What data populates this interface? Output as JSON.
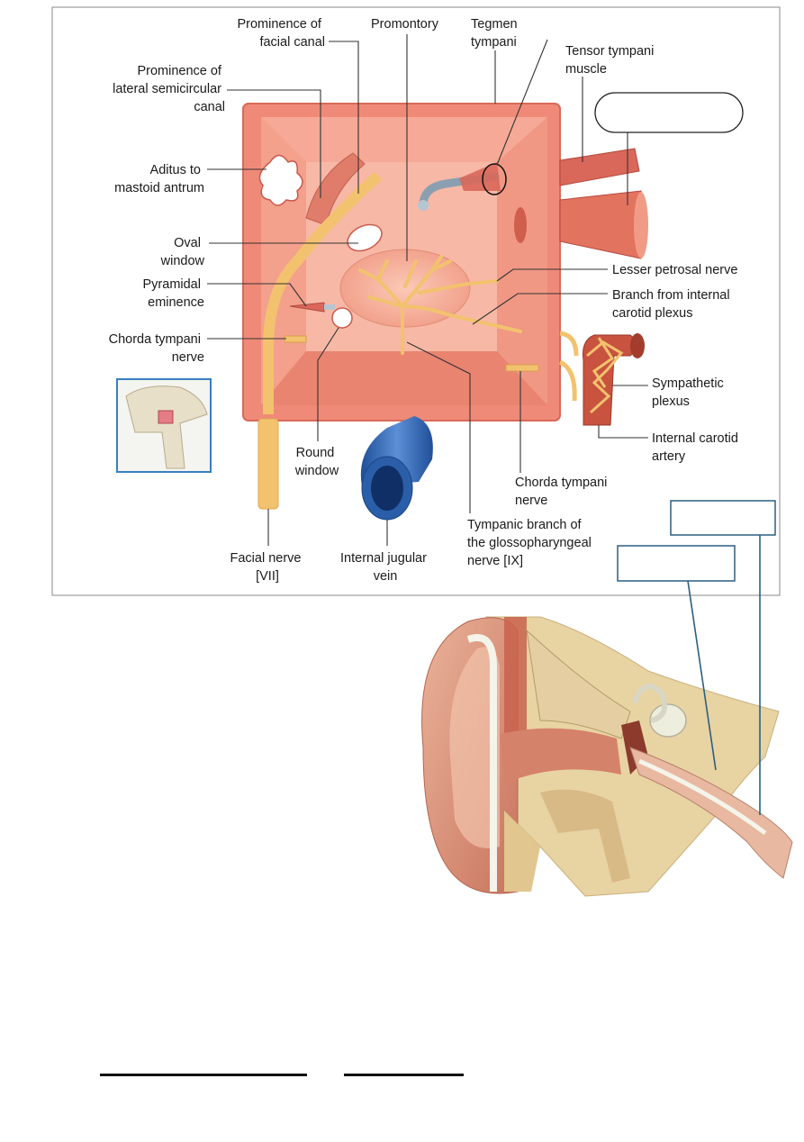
{
  "labels": {
    "prominence_facial_canal": [
      "Prominence of",
      "facial canal"
    ],
    "promontory": [
      "Promontory"
    ],
    "tegmen_tympani": [
      "Tegmen",
      "tympani"
    ],
    "tensor_tympani_muscle": [
      "Tensor tympani",
      "muscle"
    ],
    "prominence_lateral_canal": [
      "Prominence of",
      "lateral semicircular",
      "canal"
    ],
    "aditus": [
      "Aditus to",
      "mastoid antrum"
    ],
    "oval_window": [
      "Oval",
      "window"
    ],
    "pyramidal_eminence": [
      "Pyramidal",
      "eminence"
    ],
    "chorda_tympani_left": [
      "Chorda tympani",
      "nerve"
    ],
    "lesser_petrosal": [
      "Lesser petrosal nerve"
    ],
    "branch_carotid_plexus": [
      "Branch from internal",
      "carotid plexus"
    ],
    "sympathetic_plexus": [
      "Sympathetic",
      "plexus"
    ],
    "internal_carotid_artery": [
      "Internal carotid",
      "artery"
    ],
    "round_window": [
      "Round",
      "window"
    ],
    "chorda_tympani_right": [
      "Chorda tympani",
      "nerve"
    ],
    "tympanic_branch": [
      "Tympanic branch of",
      "the glossopharyngeal",
      "nerve [IX]"
    ],
    "facial_nerve": [
      "Facial nerve",
      "[VII]"
    ],
    "internal_jugular": [
      "Internal jugular",
      "vein"
    ]
  },
  "colors": {
    "chamber": "#ef8a78",
    "chamber_inner": "#f7b8a6",
    "nerve": "#f3c26e",
    "vein": "#3a6fb8",
    "muscle": "#d9675a",
    "frame_box": "#3a7fc0",
    "skin": "#e9a88e",
    "bone": "#e8d3a3"
  }
}
